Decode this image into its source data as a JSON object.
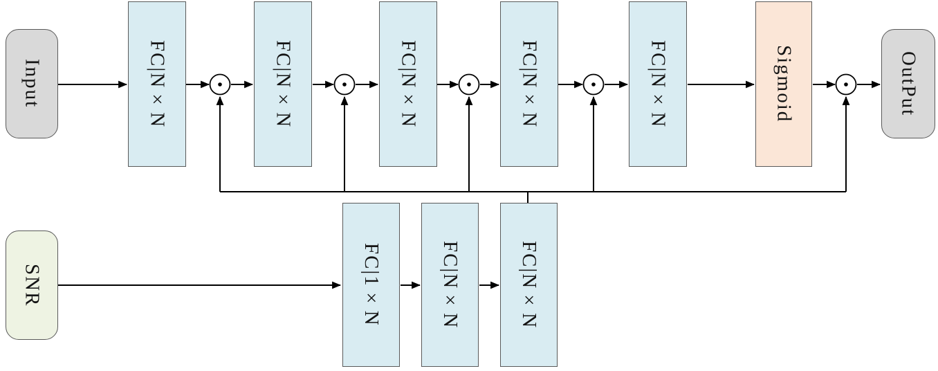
{
  "colors": {
    "line": "#000000",
    "box_border": "#595959",
    "fc_fill": "#d9ecf2",
    "sigmoid_fill": "#fbe6d7",
    "io_fill": "#d9d9d9",
    "snr_fill": "#eef3e3"
  },
  "top_row": {
    "input": "Input",
    "fc_layers": [
      "FC|N×N",
      "FC|N×N",
      "FC|N×N",
      "FC|N×N",
      "FC|N×N"
    ],
    "activation": "Sigmoid",
    "output": "OutPut"
  },
  "bottom_row": {
    "snr": "SNR",
    "fc_layers": [
      "FC|1×N",
      "FC|N×N",
      "FC|N×N"
    ]
  },
  "operators": {
    "symbol": "⊙",
    "meaning": "element-wise multiply",
    "count": 5
  }
}
